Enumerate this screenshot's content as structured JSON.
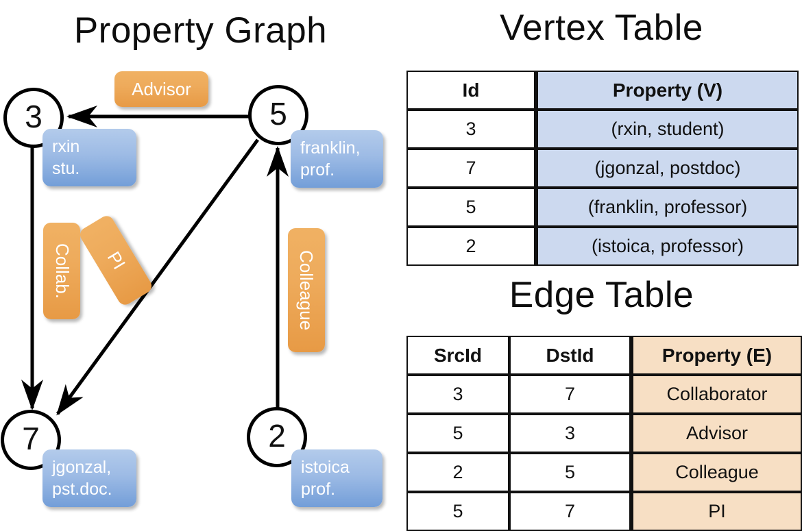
{
  "titles": {
    "property_graph": "Property Graph",
    "vertex_table": "Vertex Table",
    "edge_table": "Edge Table"
  },
  "graph": {
    "nodes": [
      {
        "id": "3",
        "property": "rxin\nstu."
      },
      {
        "id": "5",
        "property": "franklin,\nprof."
      },
      {
        "id": "7",
        "property": "jgonzal,\npst.doc."
      },
      {
        "id": "2",
        "property": "istoica\nprof."
      }
    ],
    "node_labels": {
      "n3": "3",
      "n5": "5",
      "n7": "7",
      "n2": "2"
    },
    "properties": {
      "rxin_line1": "rxin",
      "rxin_line2": "stu.",
      "franklin_line1": "franklin,",
      "franklin_line2": "prof.",
      "jgonzal_line1": "jgonzal,",
      "jgonzal_line2": "pst.doc.",
      "istoica_line1": "istoica",
      "istoica_line2": "prof."
    },
    "edge_labels": {
      "advisor": "Advisor",
      "collab": "Collab.",
      "pi": "PI",
      "colleague": "Colleague"
    },
    "edges": [
      {
        "from": "5",
        "to": "3",
        "label": "Advisor"
      },
      {
        "from": "3",
        "to": "7",
        "label": "Collab."
      },
      {
        "from": "5",
        "to": "7",
        "label": "PI"
      },
      {
        "from": "2",
        "to": "5",
        "label": "Colleague"
      }
    ]
  },
  "vertex_table": {
    "headers": [
      "Id",
      "Property (V)"
    ],
    "rows": [
      {
        "id": "3",
        "property": "(rxin, student)"
      },
      {
        "id": "7",
        "property": "(jgonzal, postdoc)"
      },
      {
        "id": "5",
        "property": "(franklin, professor)"
      },
      {
        "id": "2",
        "property": "(istoica, professor)"
      }
    ]
  },
  "edge_table": {
    "headers": [
      "SrcId",
      "DstId",
      "Property (E)"
    ],
    "rows": [
      {
        "src": "3",
        "dst": "7",
        "property": "Collaborator"
      },
      {
        "src": "5",
        "dst": "3",
        "property": "Advisor"
      },
      {
        "src": "2",
        "dst": "5",
        "property": "Colleague"
      },
      {
        "src": "5",
        "dst": "7",
        "property": "PI"
      }
    ]
  },
  "colors": {
    "vertex_property_fill": "#ccd9ef",
    "edge_property_fill": "#f7dfc4",
    "node_property_box": "#9dbbe5",
    "edge_label_box": "#eeab5c",
    "stroke": "#000000"
  }
}
